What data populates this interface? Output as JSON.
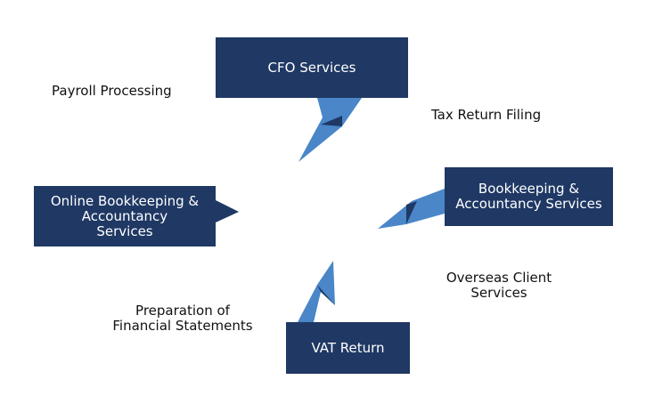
{
  "colors": {
    "box_fill": "#1f3864",
    "callout_light": "#4a86c8",
    "callout_dark": "#1f3864",
    "label_text": "#111111",
    "background": "#ffffff"
  },
  "boxes": {
    "cfo": "CFO Services",
    "online": "Online Bookkeeping &\nAccountancy\nServices",
    "bookkeeping": "Bookkeeping &\nAccountancy  Services",
    "vat": "VAT Return"
  },
  "labels": {
    "payroll": "Payroll Processing",
    "tax": "Tax Return Filing",
    "overseas": "Overseas Client\nServices",
    "preparation": "Preparation of\nFinancial Statements"
  }
}
